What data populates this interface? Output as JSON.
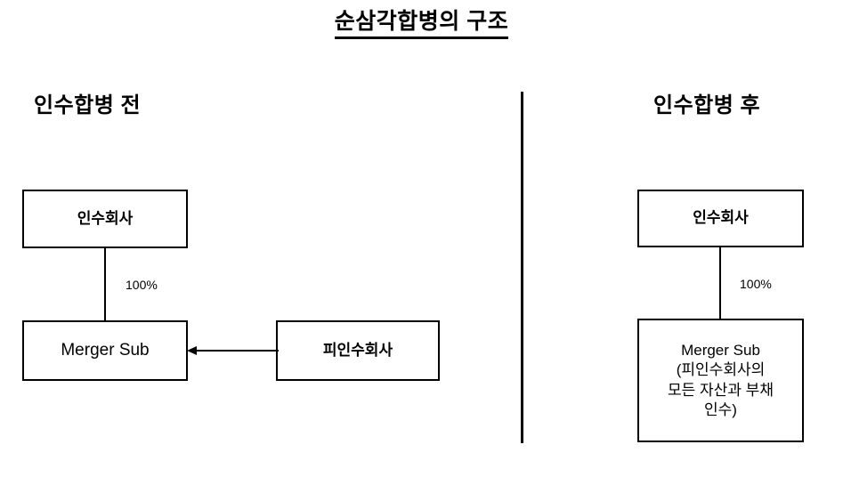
{
  "title": "순삼각합병의 구조",
  "colors": {
    "background": "#ffffff",
    "stroke": "#000000",
    "text": "#000000"
  },
  "panels": {
    "before": {
      "heading": "인수합병 전",
      "boxes": {
        "acquirer": "인수회사",
        "merger_sub": "Merger Sub",
        "target": "피인수회사"
      },
      "ownership_label": "100%",
      "arrow": {
        "direction": "left",
        "from": "피인수회사",
        "to": "Merger Sub"
      }
    },
    "after": {
      "heading": "인수합병 후",
      "boxes": {
        "acquirer": "인수회사",
        "merger_sub": "Merger Sub\n(피인수회사의\n모든 자산과 부채\n인수)"
      },
      "ownership_label": "100%"
    }
  }
}
